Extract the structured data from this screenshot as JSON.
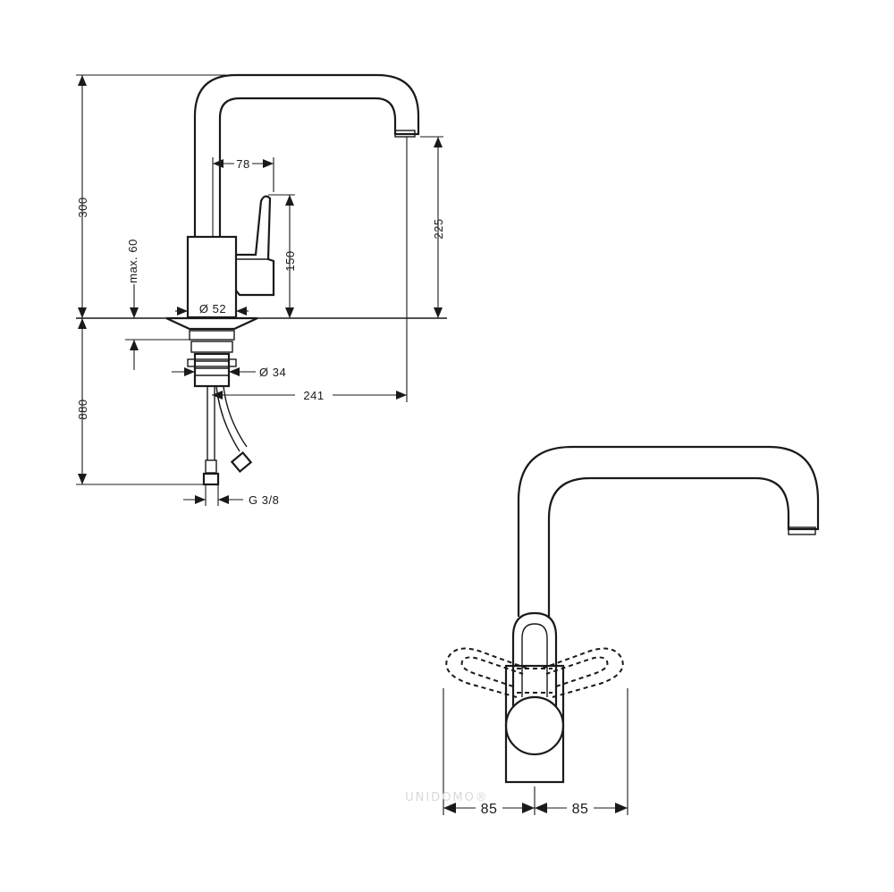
{
  "dimensions": {
    "total_height": "300",
    "below_counter": "880",
    "max_counter_thickness": "max. 60",
    "handle_offset": "78",
    "handle_height": "150",
    "spout_height": "225",
    "base_diameter": "Ø 52",
    "shank_diameter": "Ø 34",
    "spout_reach": "241",
    "connection_thread": "G 3/8",
    "swing_left": "85",
    "swing_right": "85"
  },
  "watermark": "UNIDOMO®"
}
